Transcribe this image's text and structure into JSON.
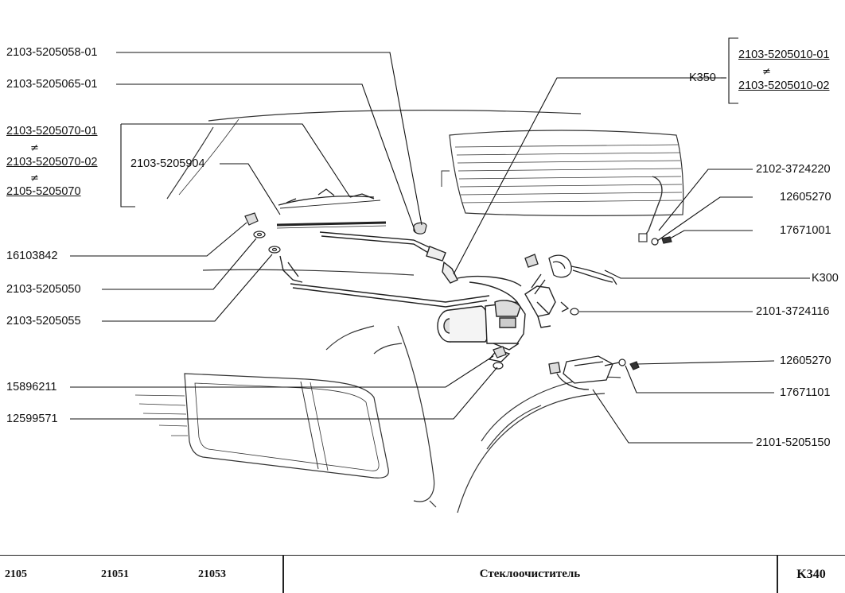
{
  "callouts": {
    "p5205058": "2103-5205058-01",
    "p5205065": "2103-5205065-01",
    "alt_blade_1": "2103-5205070-01",
    "alt_blade_2": "2103-5205070-02",
    "alt_blade_3": "2105-5205070",
    "neq": "≠",
    "p5205904": "2103-5205904",
    "p16103842": "16103842",
    "p5205050": "2103-5205050",
    "p5205055": "2103-5205055",
    "p15896211": "15896211",
    "p12599571": "12599571",
    "k350": "K350",
    "alt_motor_1": "2103-5205010-01",
    "alt_motor_2": "2103-5205010-02",
    "p3724220": "2102-3724220",
    "p12605270_a": "12605270",
    "p17671001": "17671001",
    "k300": "K300",
    "p3724116": "2101-3724116",
    "p12605270_b": "12605270",
    "p17671101": "17671101",
    "p5205150": "2101-5205150"
  },
  "footer": {
    "model_1": "2105",
    "model_2": "21051",
    "model_3": "21053",
    "title": "Стеклоочиститель",
    "code": "K340"
  }
}
